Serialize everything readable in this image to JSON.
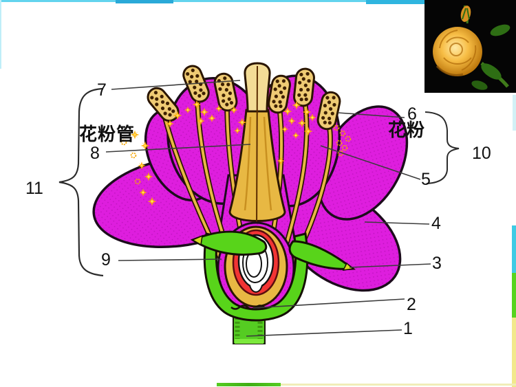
{
  "slide": {
    "type": "biology-flower-structure-diagram",
    "background": "#ffffff"
  },
  "labels": {
    "n1": "1",
    "n2": "2",
    "n3": "3",
    "n4": "4",
    "n5": "5",
    "n6": "6",
    "n7": "7",
    "n8": "8",
    "n9": "9",
    "n10": "10",
    "n11": "11",
    "pollen_tube": "花粉管",
    "pollen": "花粉"
  },
  "colors": {
    "petal_magenta": "#DE1EDE",
    "petal_dot": "#C013C0",
    "sepal_green": "#58D41A",
    "stem_green": "#55CC22",
    "gold": "#E8B843",
    "anther_tan": "#EFCB74",
    "stigma_cream": "#F3DC96",
    "ovary_red": "#F23434",
    "pollen_yellow": "#FFAE00",
    "accent_cyan": "#45CBE8",
    "rose_yellow": "#F5B53D",
    "outline_dark": "#1c0c1c",
    "leader_line": "#3c3c3c"
  },
  "icons": {
    "pollen_sparkle": "8-point-star",
    "pollen_grain_ring": "dashed-ring",
    "brace_left": "curly-brace-left",
    "brace_right": "curly-brace-right"
  }
}
